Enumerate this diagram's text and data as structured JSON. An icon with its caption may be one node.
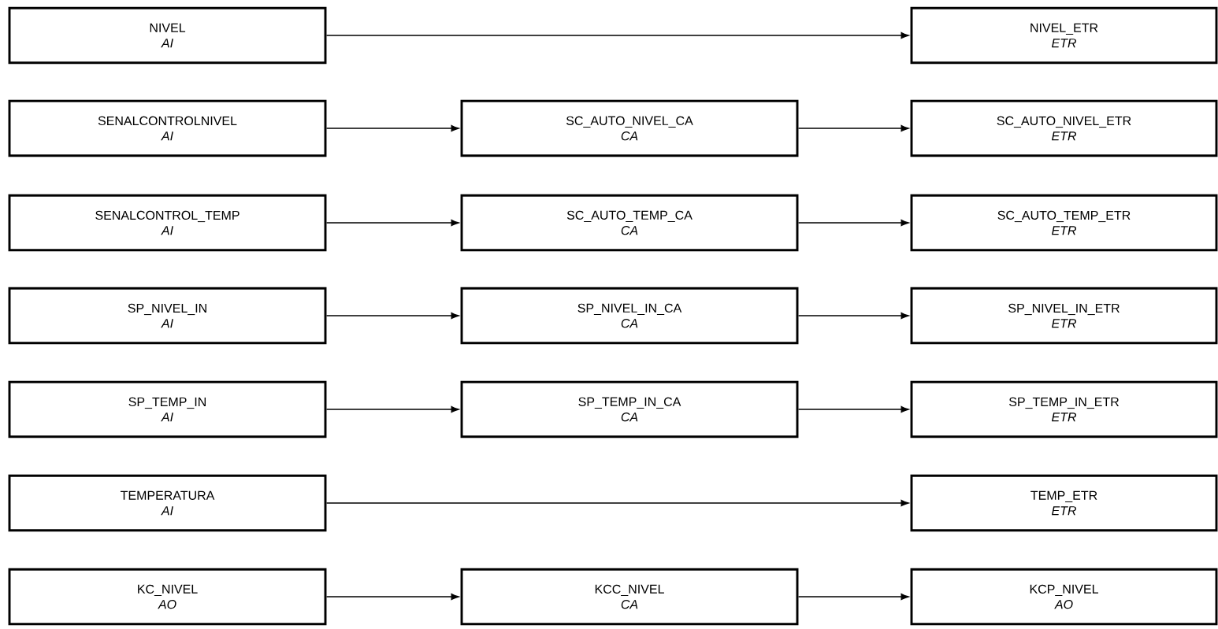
{
  "diagram": {
    "nodes": [
      {
        "text": [
          "NIVEL",
          "AI"
        ]
      },
      {
        "text": [
          "NIVEL_ETR",
          "ETR"
        ]
      },
      {
        "text": [
          "SENALCONTROLNIVEL",
          "AI"
        ]
      },
      {
        "text": [
          "SC_AUTO_NIVEL_CA",
          "CA"
        ]
      },
      {
        "text": [
          "SC_AUTO_NIVEL_ETR",
          "ETR"
        ]
      },
      {
        "text": [
          "SENALCONTROL_TEMP",
          "AI"
        ]
      },
      {
        "text": [
          "SC_AUTO_TEMP_CA",
          "CA"
        ]
      },
      {
        "text": [
          "SC_AUTO_TEMP_ETR",
          "ETR"
        ]
      },
      {
        "text": [
          "SP_NIVEL_IN",
          "AI"
        ]
      },
      {
        "text": [
          "SP_NIVEL_IN_CA",
          "CA"
        ]
      },
      {
        "text": [
          "SP_NIVEL_IN_ETR",
          "ETR"
        ]
      },
      {
        "text": [
          "SP_TEMP_IN",
          "AI"
        ]
      },
      {
        "text": [
          "SP_TEMP_IN_CA",
          "CA"
        ]
      },
      {
        "text": [
          "SP_TEMP_IN_ETR",
          "ETR"
        ]
      },
      {
        "text": [
          "TEMPERATURA",
          "AI"
        ]
      },
      {
        "text": [
          "TEMP_ETR",
          "ETR"
        ]
      },
      {
        "text": [
          "KC_NIVEL",
          "AO"
        ]
      },
      {
        "text": [
          "KCC_NIVEL",
          "CA"
        ]
      },
      {
        "text": [
          "KCP_NIVEL",
          "AO"
        ]
      }
    ],
    "edges": [
      {
        "from": 0,
        "to": 1,
        "arrow": "to"
      },
      {
        "from": 2,
        "to": 3,
        "arrow": "to"
      },
      {
        "from": 3,
        "to": 4,
        "arrow": "to"
      },
      {
        "from": 5,
        "to": 6,
        "arrow": "to"
      },
      {
        "from": 6,
        "to": 7,
        "arrow": "to"
      },
      {
        "from": 8,
        "to": 9,
        "arrow": "to"
      },
      {
        "from": 9,
        "to": 10,
        "arrow": "to"
      },
      {
        "from": 11,
        "to": 12,
        "arrow": "to"
      },
      {
        "from": 12,
        "to": 13,
        "arrow": "to"
      },
      {
        "from": 14,
        "to": 15,
        "arrow": "to"
      },
      {
        "from": 16,
        "to": 17,
        "arrow": "to"
      },
      {
        "from": 17,
        "to": 18,
        "arrow": "to"
      }
    ]
  }
}
